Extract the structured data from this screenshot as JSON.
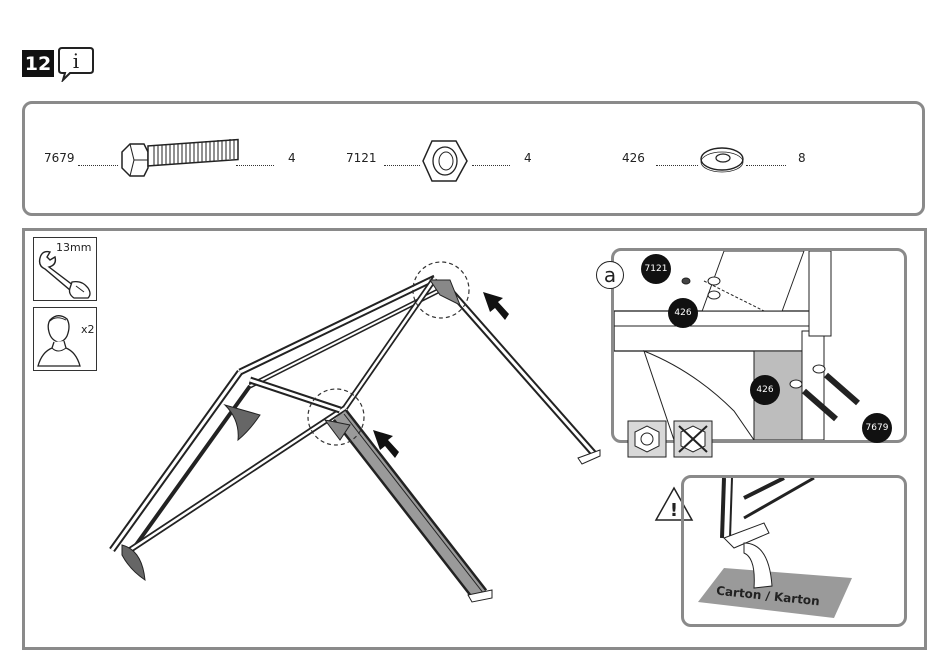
{
  "step": {
    "number": "12"
  },
  "parts": [
    {
      "id": "7679",
      "qty": "4",
      "icon": "hex-bolt-icon"
    },
    {
      "id": "7121",
      "qty": "4",
      "icon": "hex-nut-icon"
    },
    {
      "id": "426",
      "qty": "8",
      "icon": "washer-icon"
    }
  ],
  "tools": {
    "wrench_size": "13mm",
    "persons": "x2"
  },
  "detail_a": {
    "label": "a",
    "badges": {
      "nut": "7121",
      "washer_top": "426",
      "washer_mid": "426",
      "bolt": "7679"
    }
  },
  "detail_b": {
    "carton_text": "Carton / Karton"
  },
  "colors": {
    "frame": "#222222",
    "panel_gray": "#bdbdbd",
    "border": "#8a8a8a"
  }
}
